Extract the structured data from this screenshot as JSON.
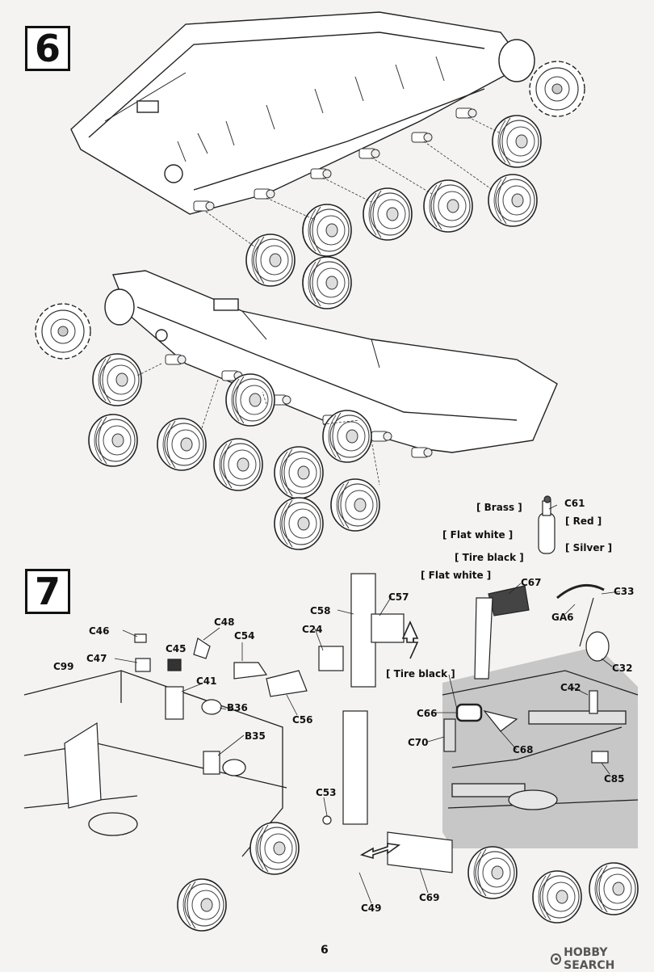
{
  "steps": [
    {
      "number": "6"
    },
    {
      "number": "7"
    }
  ],
  "part_labels": [
    "C61",
    "C33",
    "GA6",
    "C32",
    "C42",
    "C85",
    "C68",
    "C66",
    "C70",
    "C67",
    "C58",
    "C57",
    "C24",
    "C54",
    "C56",
    "C46",
    "C48",
    "C45",
    "C47",
    "C41",
    "C99",
    "B36",
    "B35",
    "C53",
    "C49",
    "C69"
  ],
  "paint_callouts": [
    "[ Brass ]",
    "[ Red ]",
    "[ Flat white ]",
    "[ Silver ]",
    "[ Tire black ]",
    "[ Flat white ]",
    "[ Tire black ]"
  ],
  "page_number": "6",
  "watermark": {
    "text": "HOBBY SEARCH",
    "icon": "hobby-search-logo-icon"
  }
}
